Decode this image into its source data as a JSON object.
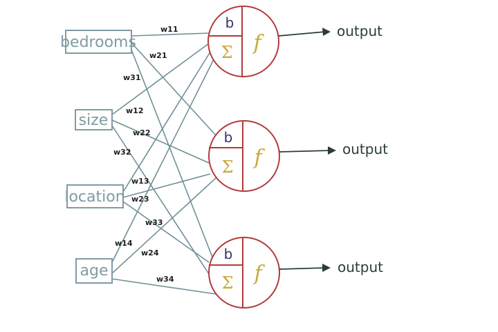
{
  "inputs": [
    {
      "label": "bedrooms"
    },
    {
      "label": "size"
    },
    {
      "label": "location"
    },
    {
      "label": "age"
    }
  ],
  "neurons": [
    {
      "bias": "b",
      "sum": "Σ",
      "func": "f",
      "output": "output"
    },
    {
      "bias": "b",
      "sum": "Σ",
      "func": "f",
      "output": "output"
    },
    {
      "bias": "b",
      "sum": "Σ",
      "func": "f",
      "output": "output"
    }
  ],
  "weights": {
    "w11": "w11",
    "w21": "w21",
    "w31": "w31",
    "w12": "w12",
    "w22": "w22",
    "w32": "w32",
    "w13": "w13",
    "w23": "w23",
    "w33": "w33",
    "w14": "w14",
    "w24": "w24",
    "w34": "w34"
  },
  "colors": {
    "input_box": "#7f9ba3",
    "edge": "#6f9096",
    "neuron": "#b23a3a",
    "bias": "#3a2f6a",
    "sum_func": "#c9a93c",
    "output": "#2a3d38"
  }
}
